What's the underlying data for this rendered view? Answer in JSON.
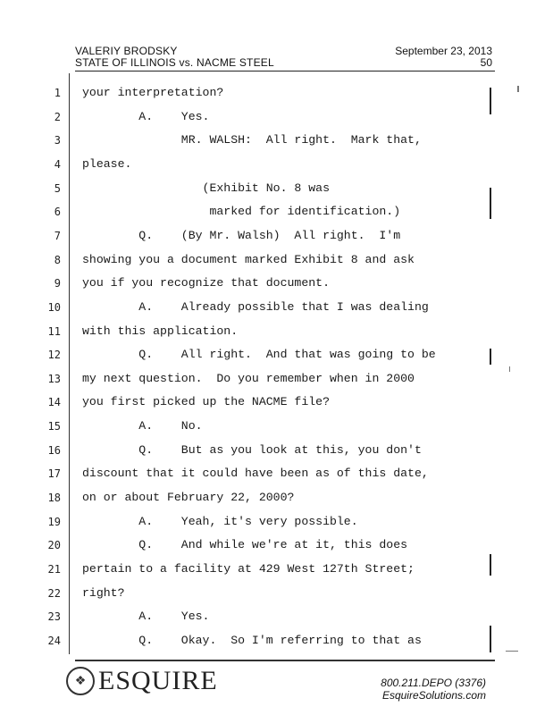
{
  "header": {
    "witness": "VALERIY BRODSKY",
    "caption": "STATE OF ILLINOIS vs. NACME STEEL",
    "date": "September 23, 2013",
    "page": "50"
  },
  "lines": [
    {
      "n": "1",
      "text": "your interpretation?"
    },
    {
      "n": "2",
      "text": "        A.    Yes."
    },
    {
      "n": "3",
      "text": "              MR. WALSH:  All right.  Mark that,"
    },
    {
      "n": "4",
      "text": "please."
    },
    {
      "n": "5",
      "text": "                 (Exhibit No. 8 was"
    },
    {
      "n": "6",
      "text": "                  marked for identification.)"
    },
    {
      "n": "7",
      "text": "        Q.    (By Mr. Walsh)  All right.  I'm"
    },
    {
      "n": "8",
      "text": "showing you a document marked Exhibit 8 and ask"
    },
    {
      "n": "9",
      "text": "you if you recognize that document."
    },
    {
      "n": "10",
      "text": "        A.    Already possible that I was dealing"
    },
    {
      "n": "11",
      "text": "with this application."
    },
    {
      "n": "12",
      "text": "        Q.    All right.  And that was going to be"
    },
    {
      "n": "13",
      "text": "my next question.  Do you remember when in 2000"
    },
    {
      "n": "14",
      "text": "you first picked up the NACME file?"
    },
    {
      "n": "15",
      "text": "        A.    No."
    },
    {
      "n": "16",
      "text": "        Q.    But as you look at this, you don't"
    },
    {
      "n": "17",
      "text": "discount that it could have been as of this date,"
    },
    {
      "n": "18",
      "text": "on or about February 22, 2000?"
    },
    {
      "n": "19",
      "text": "        A.    Yeah, it's very possible."
    },
    {
      "n": "20",
      "text": "        Q.    And while we're at it, this does"
    },
    {
      "n": "21",
      "text": "pertain to a facility at 429 West 127th Street;"
    },
    {
      "n": "22",
      "text": "right?"
    },
    {
      "n": "23",
      "text": "        A.    Yes."
    },
    {
      "n": "24",
      "text": "        Q.    Okay.  So I'm referring to that as"
    }
  ],
  "footer": {
    "brand": "ESQUIRE",
    "phone": "800.211.DEPO (3376)",
    "website": "EsquireSolutions.com"
  }
}
